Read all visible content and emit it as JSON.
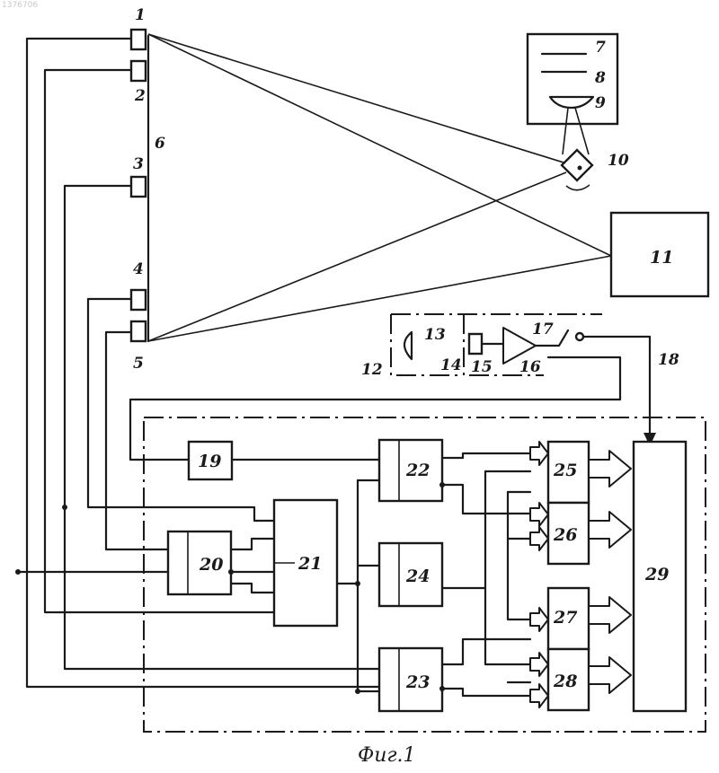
{
  "watermark": "1376706",
  "labels": {
    "s1": "1",
    "s2": "2",
    "s3": "3",
    "s4": "4",
    "s5": "5",
    "b6": "6",
    "b7": "7",
    "b8": "8",
    "b9": "9",
    "b10": "10",
    "b11": "11",
    "b12": "12",
    "b13": "13",
    "b14": "14",
    "b15": "15",
    "b16": "16",
    "b17": "17",
    "b18": "18",
    "b19": "19",
    "b20": "20",
    "b21": "21",
    "b22": "22",
    "b23": "23",
    "b24": "24",
    "b25": "25",
    "b26": "26",
    "b27": "27",
    "b28": "28",
    "b29": "29"
  },
  "caption": "Фиг.1"
}
